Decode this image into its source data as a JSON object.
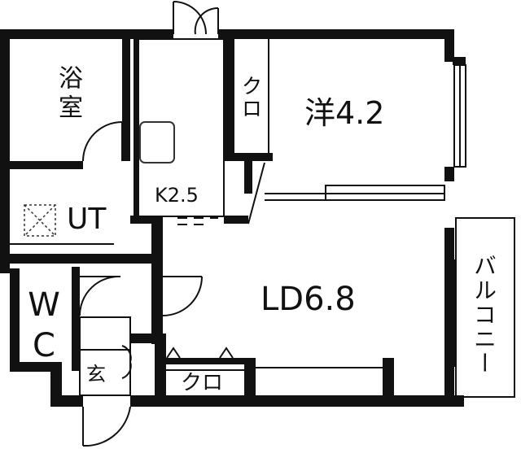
{
  "rooms": {
    "bath": "浴室",
    "western": "洋4.2",
    "kitchen": "K2.5",
    "utility": "UT",
    "living": "LD6.8",
    "toilet": "WC",
    "entrance": "玄",
    "closet_western": "クロ",
    "closet_living": "クロ",
    "balcony": "バルコニー"
  },
  "colors": {
    "wall": "#111111",
    "background": "#ffffff",
    "fixture": "#333333"
  },
  "icons": [
    "door-swing-icon",
    "sink-icon",
    "washer-pan-icon",
    "window-icon",
    "sliding-door-icon"
  ]
}
